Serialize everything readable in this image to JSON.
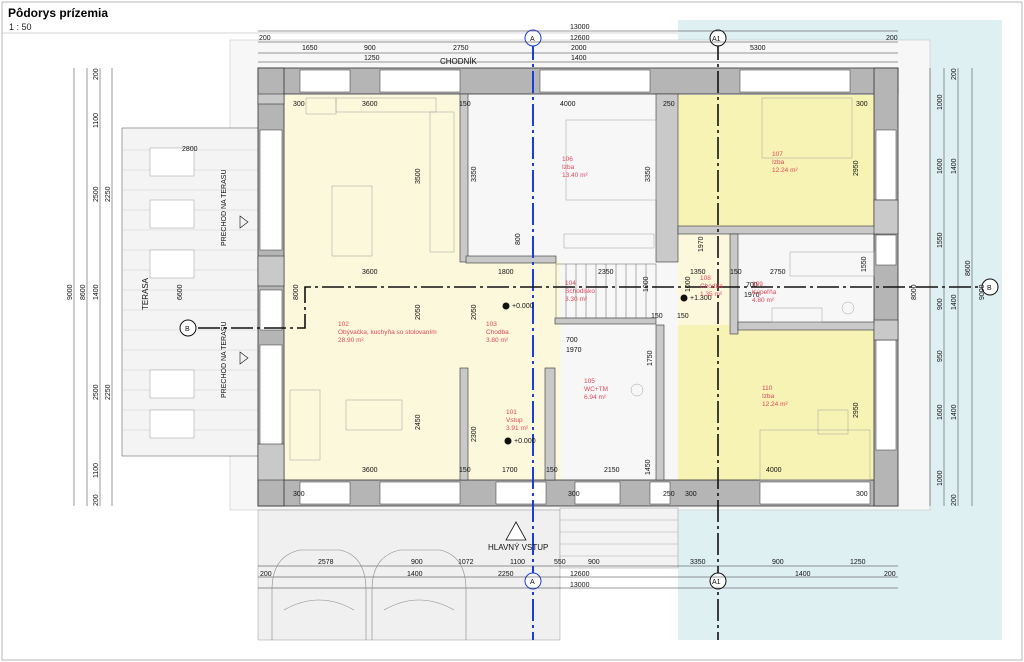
{
  "title": "Pôdorys prízemia",
  "scale": "1 : 50",
  "labels": {
    "chodnik": "CHODNÍK",
    "terasa": "TERASA",
    "prechod": "PRECHOD NA TERASU",
    "hlavny_vstup": "HLAVNÝ VSTUP",
    "level1": "+0.000",
    "level2": "+0.000",
    "level3": "+1.300"
  },
  "axes": {
    "a": "A",
    "a1": "A1",
    "b": "B"
  },
  "rooms": [
    {
      "num": "101",
      "name": "Vstup",
      "area": "3.91 m²"
    },
    {
      "num": "102",
      "name": "Obývačka, kuchyňa so stolovaním",
      "area": "28.90 m²"
    },
    {
      "num": "103",
      "name": "Chodba",
      "area": "3.80 m²"
    },
    {
      "num": "104",
      "name": "Schodisko",
      "area": "3.30 m²"
    },
    {
      "num": "105",
      "name": "WC+TM",
      "area": "6.94 m²"
    },
    {
      "num": "106",
      "name": "Izba",
      "area": "13.40 m²"
    },
    {
      "num": "107",
      "name": "Izba",
      "area": "12.24 m²"
    },
    {
      "num": "108",
      "name": "Chodba",
      "area": "1.35 m²"
    },
    {
      "num": "109",
      "name": "Kúpeľňa",
      "area": "4.80 m²"
    },
    {
      "num": "110",
      "name": "Izba",
      "area": "12.24 m²"
    }
  ],
  "dims_top": [
    "13000",
    "12600",
    "1650",
    "900",
    "2750",
    "2000",
    "5300",
    "1250",
    "1400",
    "200",
    "200"
  ],
  "dims_bottom": [
    "13000",
    "12600",
    "2578",
    "900",
    "1072",
    "1100",
    "550",
    "900",
    "3350",
    "900",
    "1250",
    "2250",
    "1400",
    "1400",
    "200",
    "200"
  ],
  "dims_inner": [
    "3600",
    "4000",
    "3600",
    "1800",
    "2350",
    "1350",
    "2750",
    "3600",
    "1700",
    "2150",
    "4000",
    "150",
    "150",
    "150",
    "150",
    "150",
    "150",
    "300",
    "300",
    "300",
    "300",
    "300",
    "300",
    "250",
    "250",
    "700",
    "700",
    "1970",
    "1970",
    "1970",
    "800",
    "1000",
    "1000",
    "1450",
    "3350",
    "3350",
    "3500",
    "2050",
    "2050",
    "2450",
    "2300",
    "1750",
    "1550",
    "2950",
    "2950",
    "6600",
    "8000",
    "8000",
    "2800"
  ],
  "dims_left": [
    "9000",
    "8600",
    "1100",
    "2500",
    "2250",
    "1400",
    "2500",
    "2250",
    "1100",
    "200",
    "200"
  ],
  "dims_right": [
    "9000",
    "8600",
    "1000",
    "1600",
    "1400",
    "1550",
    "900",
    "1400",
    "950",
    "1600",
    "1400",
    "1000",
    "200",
    "200"
  ]
}
